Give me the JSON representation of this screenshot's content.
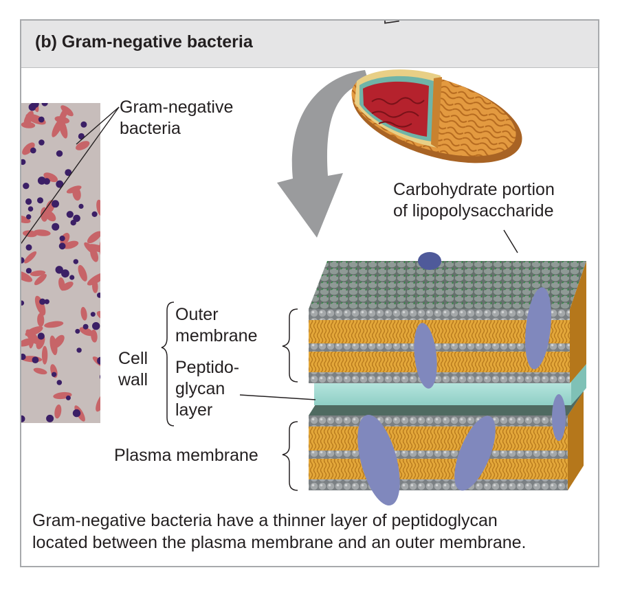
{
  "header": {
    "title": "(b) Gram-negative bacteria"
  },
  "labels": {
    "gram_negative_line1": "Gram-negative",
    "gram_negative_line2": "bacteria",
    "carbohydrate_line1": "Carbohydrate portion",
    "carbohydrate_line2": "of lipopolysaccharide",
    "cell_wall_line1": "Cell",
    "cell_wall_line2": "wall",
    "outer_membrane_line1": "Outer",
    "outer_membrane_line2": "membrane",
    "peptidoglycan_line1": "Peptido-",
    "peptidoglycan_line2": "glycan",
    "peptidoglycan_line3": "layer",
    "plasma_membrane": "Plasma membrane"
  },
  "caption": {
    "line1": "Gram-negative bacteria have a thinner layer of peptidoglycan",
    "line2": "located between the plasma membrane and an outer membrane."
  },
  "colors": {
    "frame_border": "#a7a9ac",
    "header_bg": "#e5e5e6",
    "micrograph_bg": "#c9b5b3",
    "bacteria_rod": "#c0545a",
    "bacteria_cocci": "#3b1f66",
    "arrow": "#9b9b9b",
    "bacterium_body": "#e0943e",
    "bacterium_interior": "#b5222d",
    "lipid_head": "#8f9294",
    "lipid_tail": "#d79a2c",
    "peptidoglycan": "#a7ddd5",
    "protein": "#7b82b4",
    "lps_sugar": "#3b8a4a"
  },
  "icons": [
    "micrograph-image",
    "bacterium-cutaway-illustration",
    "curved-arrow-icon",
    "membrane-block-illustration"
  ]
}
